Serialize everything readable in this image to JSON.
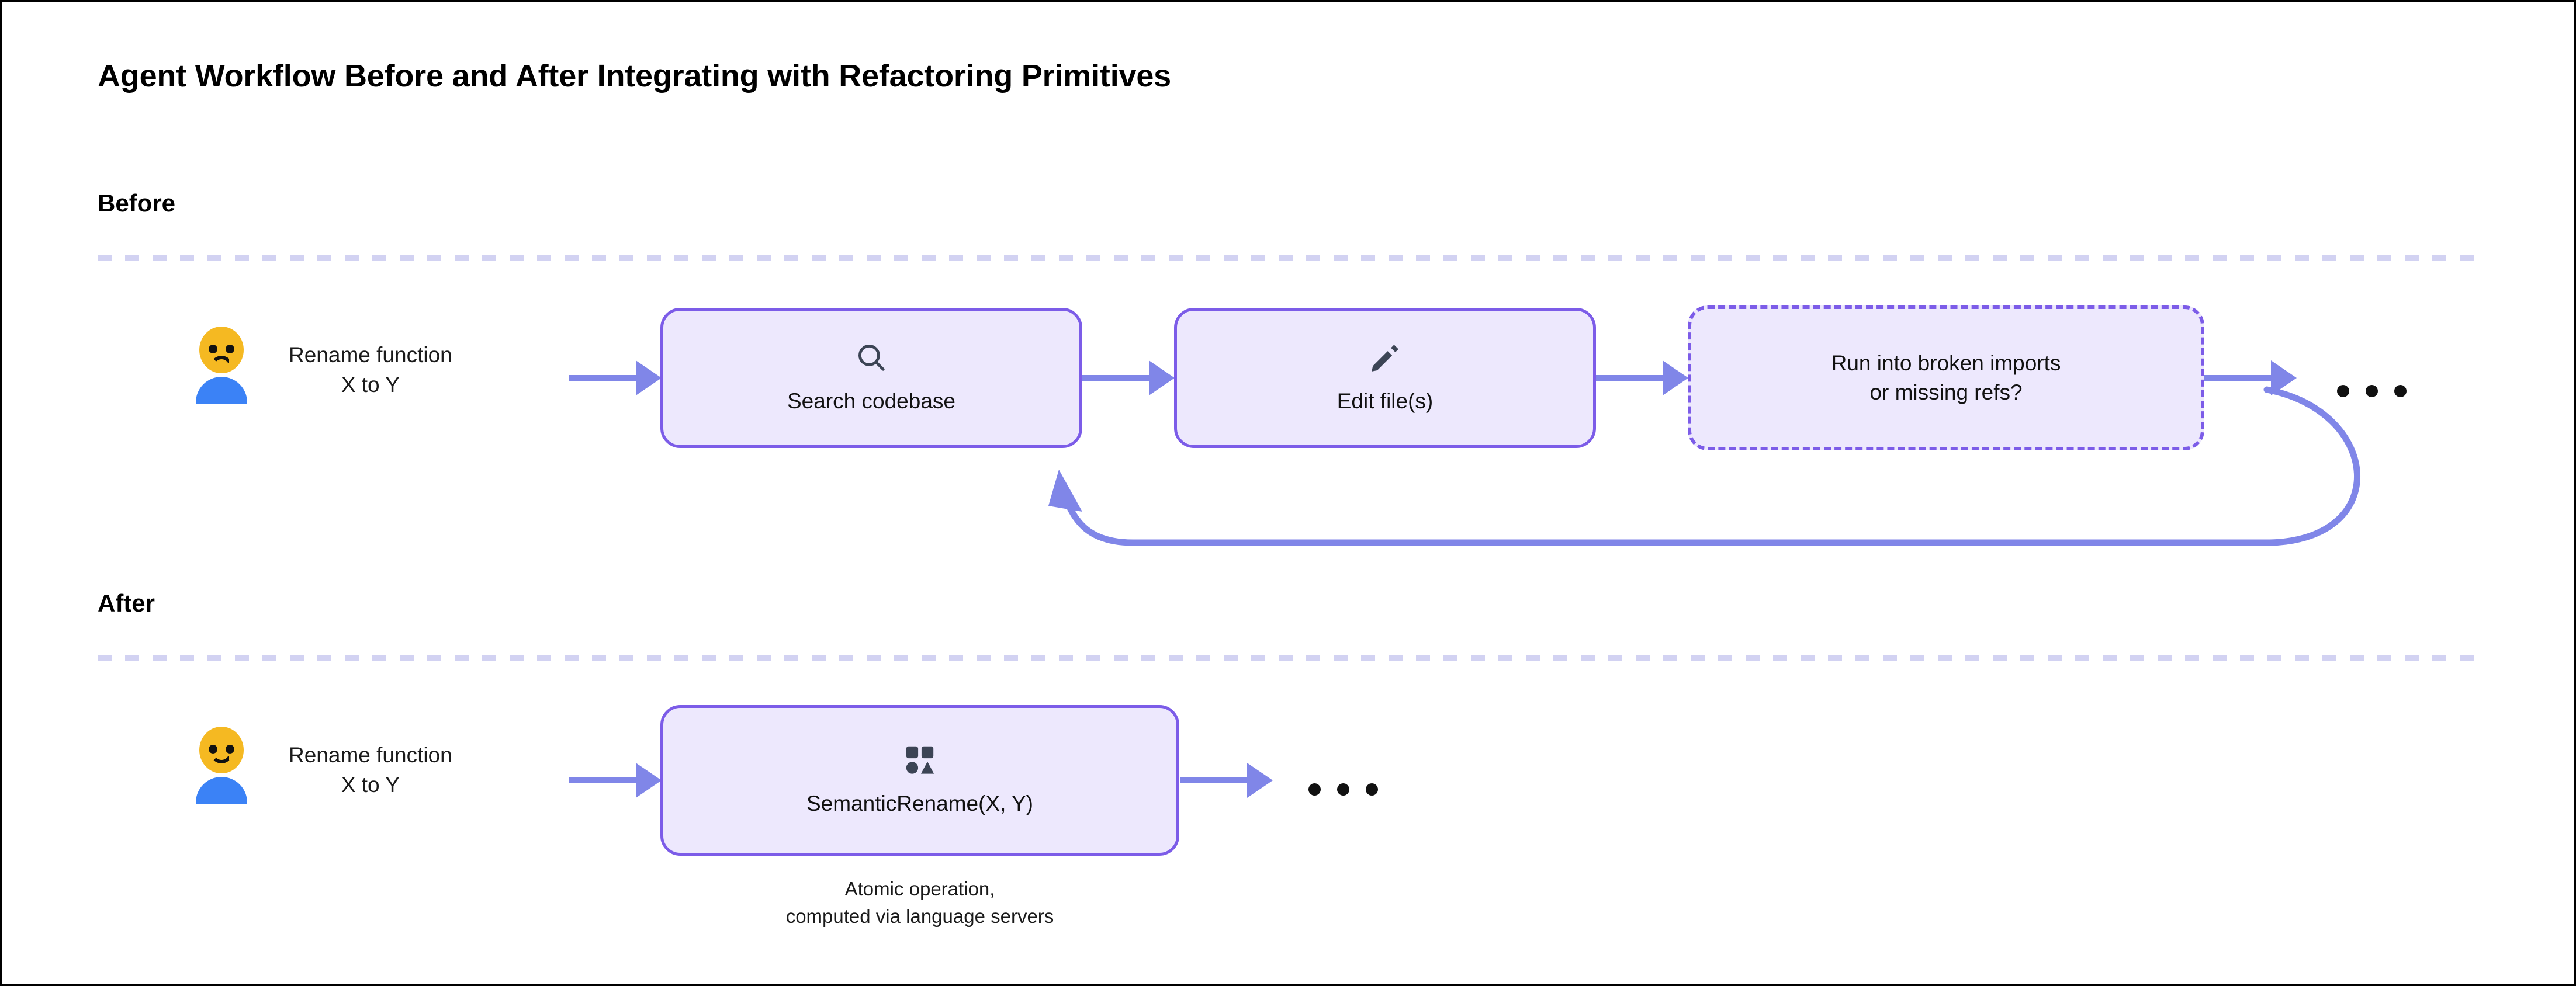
{
  "title": "Agent Workflow Before and After Integrating with Refactoring Primitives",
  "colors": {
    "node_border": "#7c5ce8",
    "node_fill": "#ede8fd",
    "arrow": "#8086e8",
    "divider": "#d2d2f2",
    "emoji_face": "#f5b922",
    "emoji_body": "#3b82f6",
    "icon": "#3c4455"
  },
  "sections": {
    "before": {
      "label": "Before",
      "actor": {
        "icon": "sad-person-emoji",
        "request_line1": "Rename function",
        "request_line2": "X to Y"
      },
      "steps": [
        {
          "id": "search",
          "icon": "search-icon",
          "label": "Search codebase",
          "style": "solid"
        },
        {
          "id": "edit",
          "icon": "pencil-icon",
          "label": "Edit file(s)",
          "style": "solid"
        },
        {
          "id": "broken",
          "icon": null,
          "label_line1": "Run into broken imports",
          "label_line2": "or missing refs?",
          "style": "dashed"
        }
      ],
      "continuation": "ellipsis",
      "loop": {
        "from": "broken",
        "to": "search",
        "description": "retry-loop-back-arrow"
      }
    },
    "after": {
      "label": "After",
      "actor": {
        "icon": "happy-person-emoji",
        "request_line1": "Rename function",
        "request_line2": "X to Y"
      },
      "steps": [
        {
          "id": "semantic",
          "icon": "shapes-grid-icon",
          "label": "SemanticRename(X, Y)",
          "style": "solid",
          "caption_line1": "Atomic operation,",
          "caption_line2": "computed via language servers"
        }
      ],
      "continuation": "ellipsis"
    }
  }
}
